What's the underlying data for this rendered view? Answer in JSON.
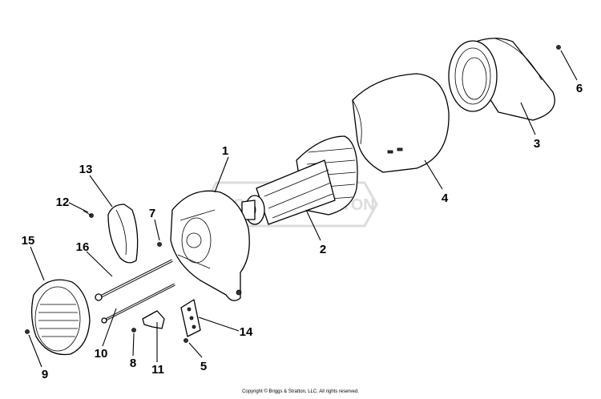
{
  "watermark": {
    "text": "BRIGGS & STRATTON"
  },
  "copyright": "Copyright © Briggs & Stratton, LLC. All rights reserved.",
  "callouts": {
    "c1": "1",
    "c2": "2",
    "c3": "3",
    "c4": "4",
    "c5": "5",
    "c6": "6",
    "c7": "7",
    "c8": "8",
    "c9": "9",
    "c10": "10",
    "c11": "11",
    "c12": "12",
    "c13": "13",
    "c14": "14",
    "c15": "15",
    "c16": "16"
  }
}
